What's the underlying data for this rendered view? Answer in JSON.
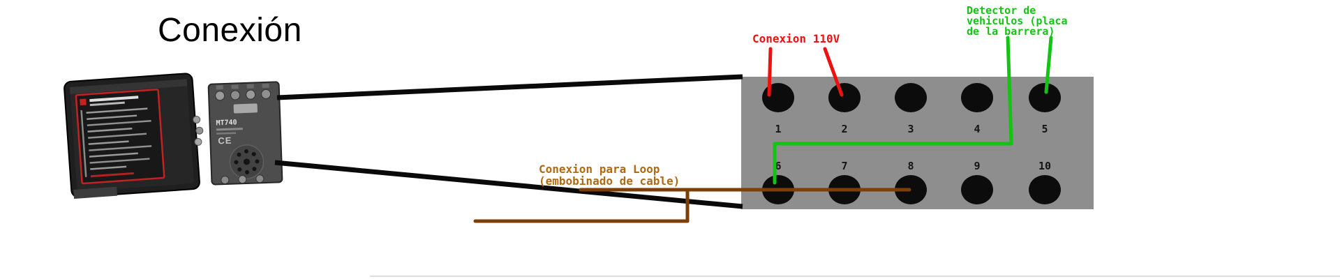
{
  "title": "Conexión",
  "annotations": {
    "power": "Conexion 110V",
    "detector": "Detector de\nvehiculos (placa\nde la barrera)",
    "loop": "Conexion para Loop\n(embobinado de cable)"
  },
  "panel": {
    "terminals": [
      "1",
      "2",
      "3",
      "4",
      "5",
      "6",
      "7",
      "8",
      "9",
      "10"
    ]
  },
  "device": {
    "model": "MT740",
    "ce_mark": "CE"
  },
  "colors": {
    "power_wire": "#ee1111",
    "detector_wire": "#14c314",
    "loop_wire": "#7d3f06",
    "loop_text": "#b06a12",
    "panel_gray": "#8e8e8e",
    "terminal_hole": "#0c0c0c"
  }
}
